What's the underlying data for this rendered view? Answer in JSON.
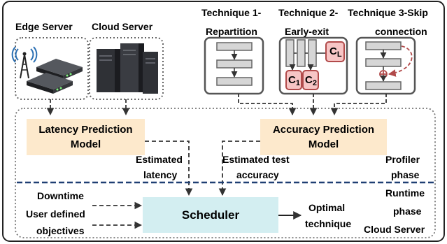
{
  "servers": {
    "edge_label": "Edge Server",
    "cloud_label": "Cloud Server"
  },
  "techniques": {
    "t1_line1": "Technique 1-",
    "t1_line2": "Repartition",
    "t2_line1": "Technique 2-",
    "t2_line2": "Early-exit",
    "t3_line1": "Technique 3-Skip",
    "t3_line2": "connection",
    "classifier_main": "C",
    "classifier_sub_l": "L",
    "classifier_sub_1": "1",
    "classifier_sub_2": "2"
  },
  "models": {
    "latency_line1": "Latency Prediction",
    "latency_line2": "Model",
    "accuracy_line1": "Accuracy Prediction",
    "accuracy_line2": "Model"
  },
  "estimates": {
    "latency_line1": "Estimated",
    "latency_line2": "latency",
    "accuracy_line1": "Estimated test",
    "accuracy_line2": "accuracy"
  },
  "phases": {
    "profiler_line1": "Profiler",
    "profiler_line2": "phase",
    "runtime_line1": "Runtime",
    "runtime_line2": "phase",
    "location": "Cloud Server"
  },
  "runtime": {
    "input_downtime": "Downtime",
    "input_objectives_line1": "User defined",
    "input_objectives_line2": "objectives",
    "scheduler": "Scheduler",
    "output_line1": "Optimal",
    "output_line2": "technique"
  },
  "colors": {
    "model_fill": "#fde9cc",
    "scheduler_fill": "#d3eef1",
    "classifier_fill": "#f7c5c5",
    "classifier_stroke": "#b14a4a",
    "phase_divider": "#1f3f73",
    "skip_arrow": "#b14a4a"
  }
}
